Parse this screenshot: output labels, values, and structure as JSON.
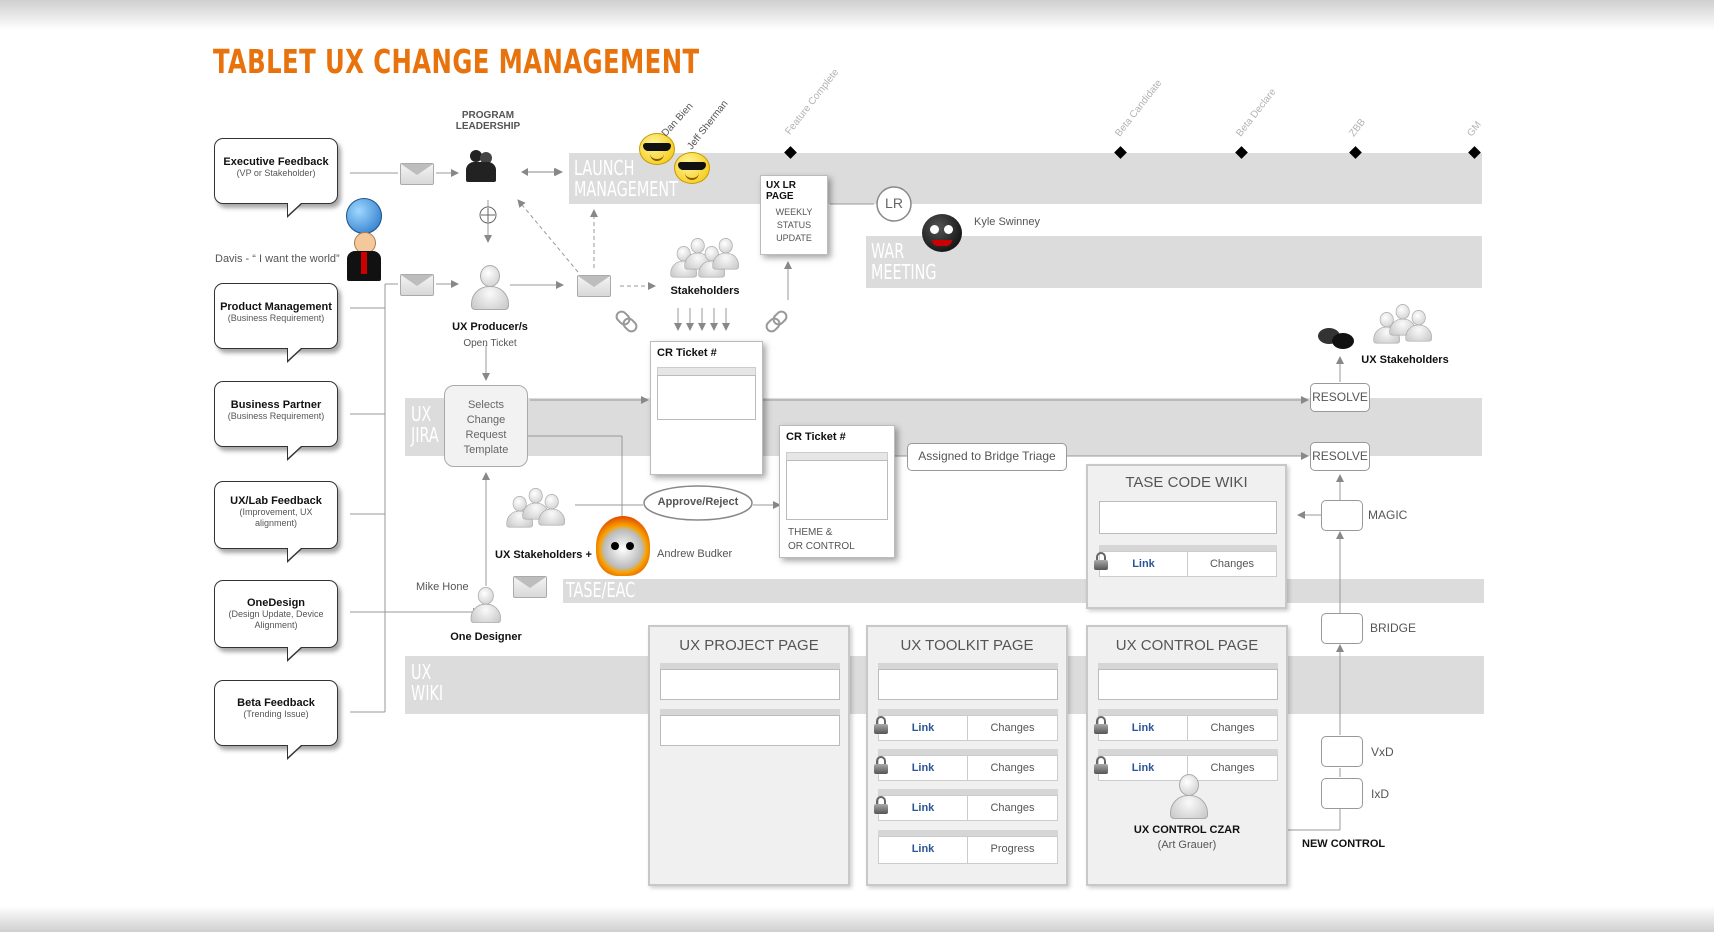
{
  "title": "TABLET UX CHANGE MANAGEMENT",
  "feedback_sources": [
    {
      "title": "Executive  Feedback",
      "sub": "(VP or  Stakeholder)"
    },
    {
      "title": "Product Management",
      "sub": "(Business Requirement)"
    },
    {
      "title": "Business Partner",
      "sub": "(Business Requirement)"
    },
    {
      "title": "UX/Lab Feedback",
      "sub": "(Improvement, UX alignment)"
    },
    {
      "title": "OneDesign",
      "sub": "(Design Update, Device Alignment)"
    },
    {
      "title": "Beta Feedback",
      "sub": "(Trending Issue)"
    }
  ],
  "davis_quote": "Davis - “ I want the world”",
  "program_leadership": "PROGRAM LEADERSHIP",
  "names": {
    "dan": "Dan Bien",
    "jeff": "Jeff Sherman",
    "kyle": "Kyle Swinney",
    "andrew": "Andrew Budker",
    "mike": "Mike Hone"
  },
  "milestones": [
    "Feature Complete",
    "Beta Candidate",
    "Beta Declare",
    "ZBB",
    "GM"
  ],
  "bands": {
    "launch": [
      "LAUNCH",
      "MANAGEMENT"
    ],
    "war": [
      "WAR",
      "MEETING"
    ],
    "jira": [
      "UX",
      "JIRA"
    ],
    "tase": [
      "TASE/EAC"
    ],
    "wiki": [
      "UX",
      "WIKI"
    ]
  },
  "ux_producer": {
    "title": "UX Producer/s",
    "sub": "Open Ticket"
  },
  "stakeholders": "Stakeholders",
  "lr_page": {
    "title": "UX LR PAGE",
    "lines": [
      "WEEKLY",
      "STATUS",
      "UPDATE"
    ]
  },
  "lr_badge": "LR",
  "template_box": [
    "Selects",
    "Change",
    "Request",
    "Template"
  ],
  "cr_ticket_1": "CR Ticket #",
  "cr_ticket_2": {
    "title": "CR Ticket #",
    "lines": [
      "THEME &",
      "OR CONTROL"
    ]
  },
  "approve_reject": "Approve/Reject",
  "assigned": "Assigned to Bridge Triage",
  "ux_stakeholders_plus": "UX Stakeholders  +",
  "one_designer": "One Designer",
  "resolve": "RESOLVE",
  "ux_stakeholders_right": "UX Stakeholders",
  "pipeline": {
    "magic": "MAGIC",
    "bridge": "BRIDGE",
    "vxd": "VxD",
    "ixd": "IxD",
    "new_control": "NEW CONTROL"
  },
  "tase_wiki": {
    "title": "TASE CODE WIKI",
    "link": "Link",
    "changes": "Changes"
  },
  "project_page": {
    "title": "UX PROJECT PAGE"
  },
  "toolkit_page": {
    "title": "UX TOOLKIT PAGE",
    "rows": [
      {
        "link": "Link",
        "status": "Changes"
      },
      {
        "link": "Link",
        "status": "Changes"
      },
      {
        "link": "Link",
        "status": "Changes"
      },
      {
        "link": "Link",
        "status": "Progress"
      }
    ]
  },
  "control_page": {
    "title": "UX CONTROL PAGE",
    "rows": [
      {
        "link": "Link",
        "status": "Changes"
      },
      {
        "link": "Link",
        "status": "Changes"
      }
    ],
    "czar": "UX CONTROL CZAR",
    "czar_name": "(Art Grauer)"
  },
  "colors": {
    "title": "#e8720c",
    "band": "#dcdcdc",
    "link": "#2a5599"
  }
}
